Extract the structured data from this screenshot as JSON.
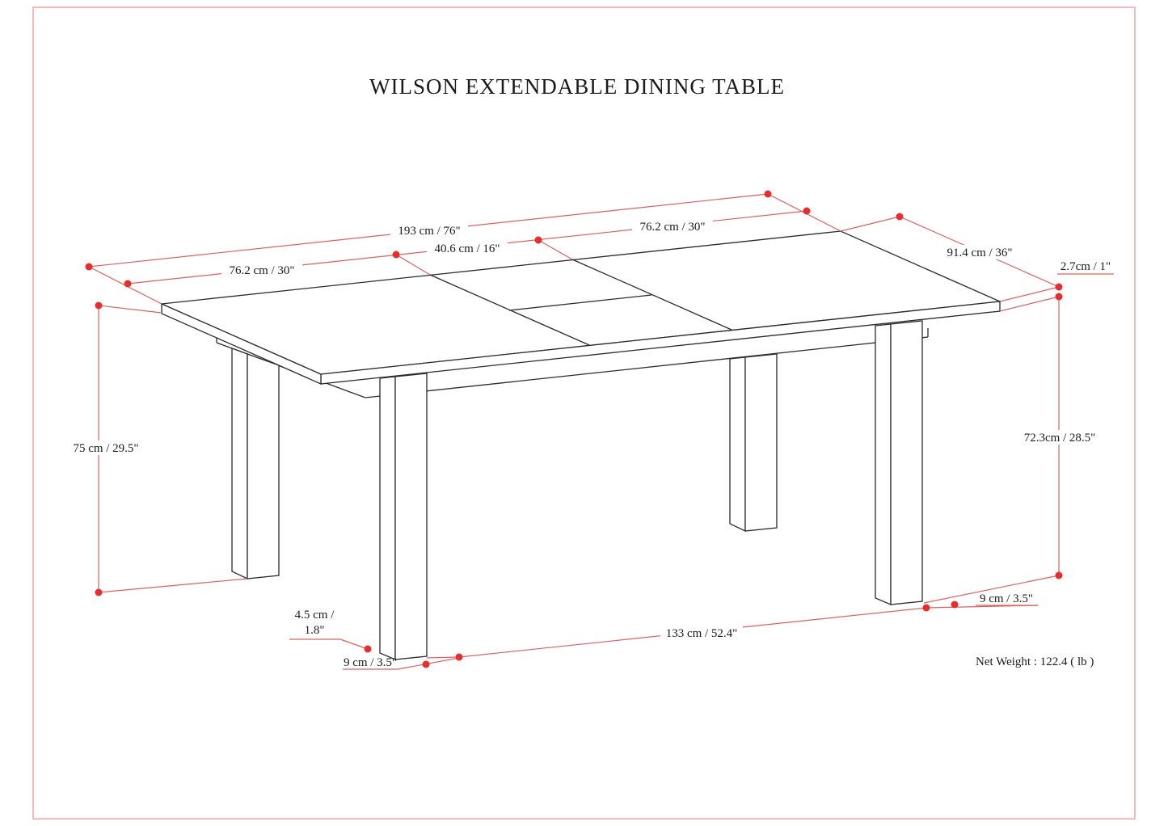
{
  "title": "WILSON EXTENDABLE DINING TABLE",
  "product": "Wilson Extendable Dining Table",
  "net_weight": "Net Weight : 122.4 ( lb )",
  "colors": {
    "dimension_line": "#dd6060",
    "dimension_dot": "#e62e2e",
    "drawing_line": "#2b2b2b",
    "page_border": "#f1a9a9",
    "background": "#ffffff"
  },
  "labels": {
    "length_total": "193 cm / 76\"",
    "section_left": "76.2 cm / 30\"",
    "leaf_width": "40.6 cm / 16\"",
    "section_right": "76.2 cm / 30\"",
    "depth": "91.4 cm / 36\"",
    "top_thickness": "2.7cm / 1\"",
    "height_left": "75 cm / 29.5\"",
    "height_under": "72.3cm / 28.5\"",
    "leg_span": "133 cm / 52.4\"",
    "leg_width_right": "9 cm / 3.5\"",
    "leg_width_left": "9 cm / 3.5\"",
    "foot_inset_line1": "4.5 cm /",
    "foot_inset_line2": "1.8\""
  }
}
